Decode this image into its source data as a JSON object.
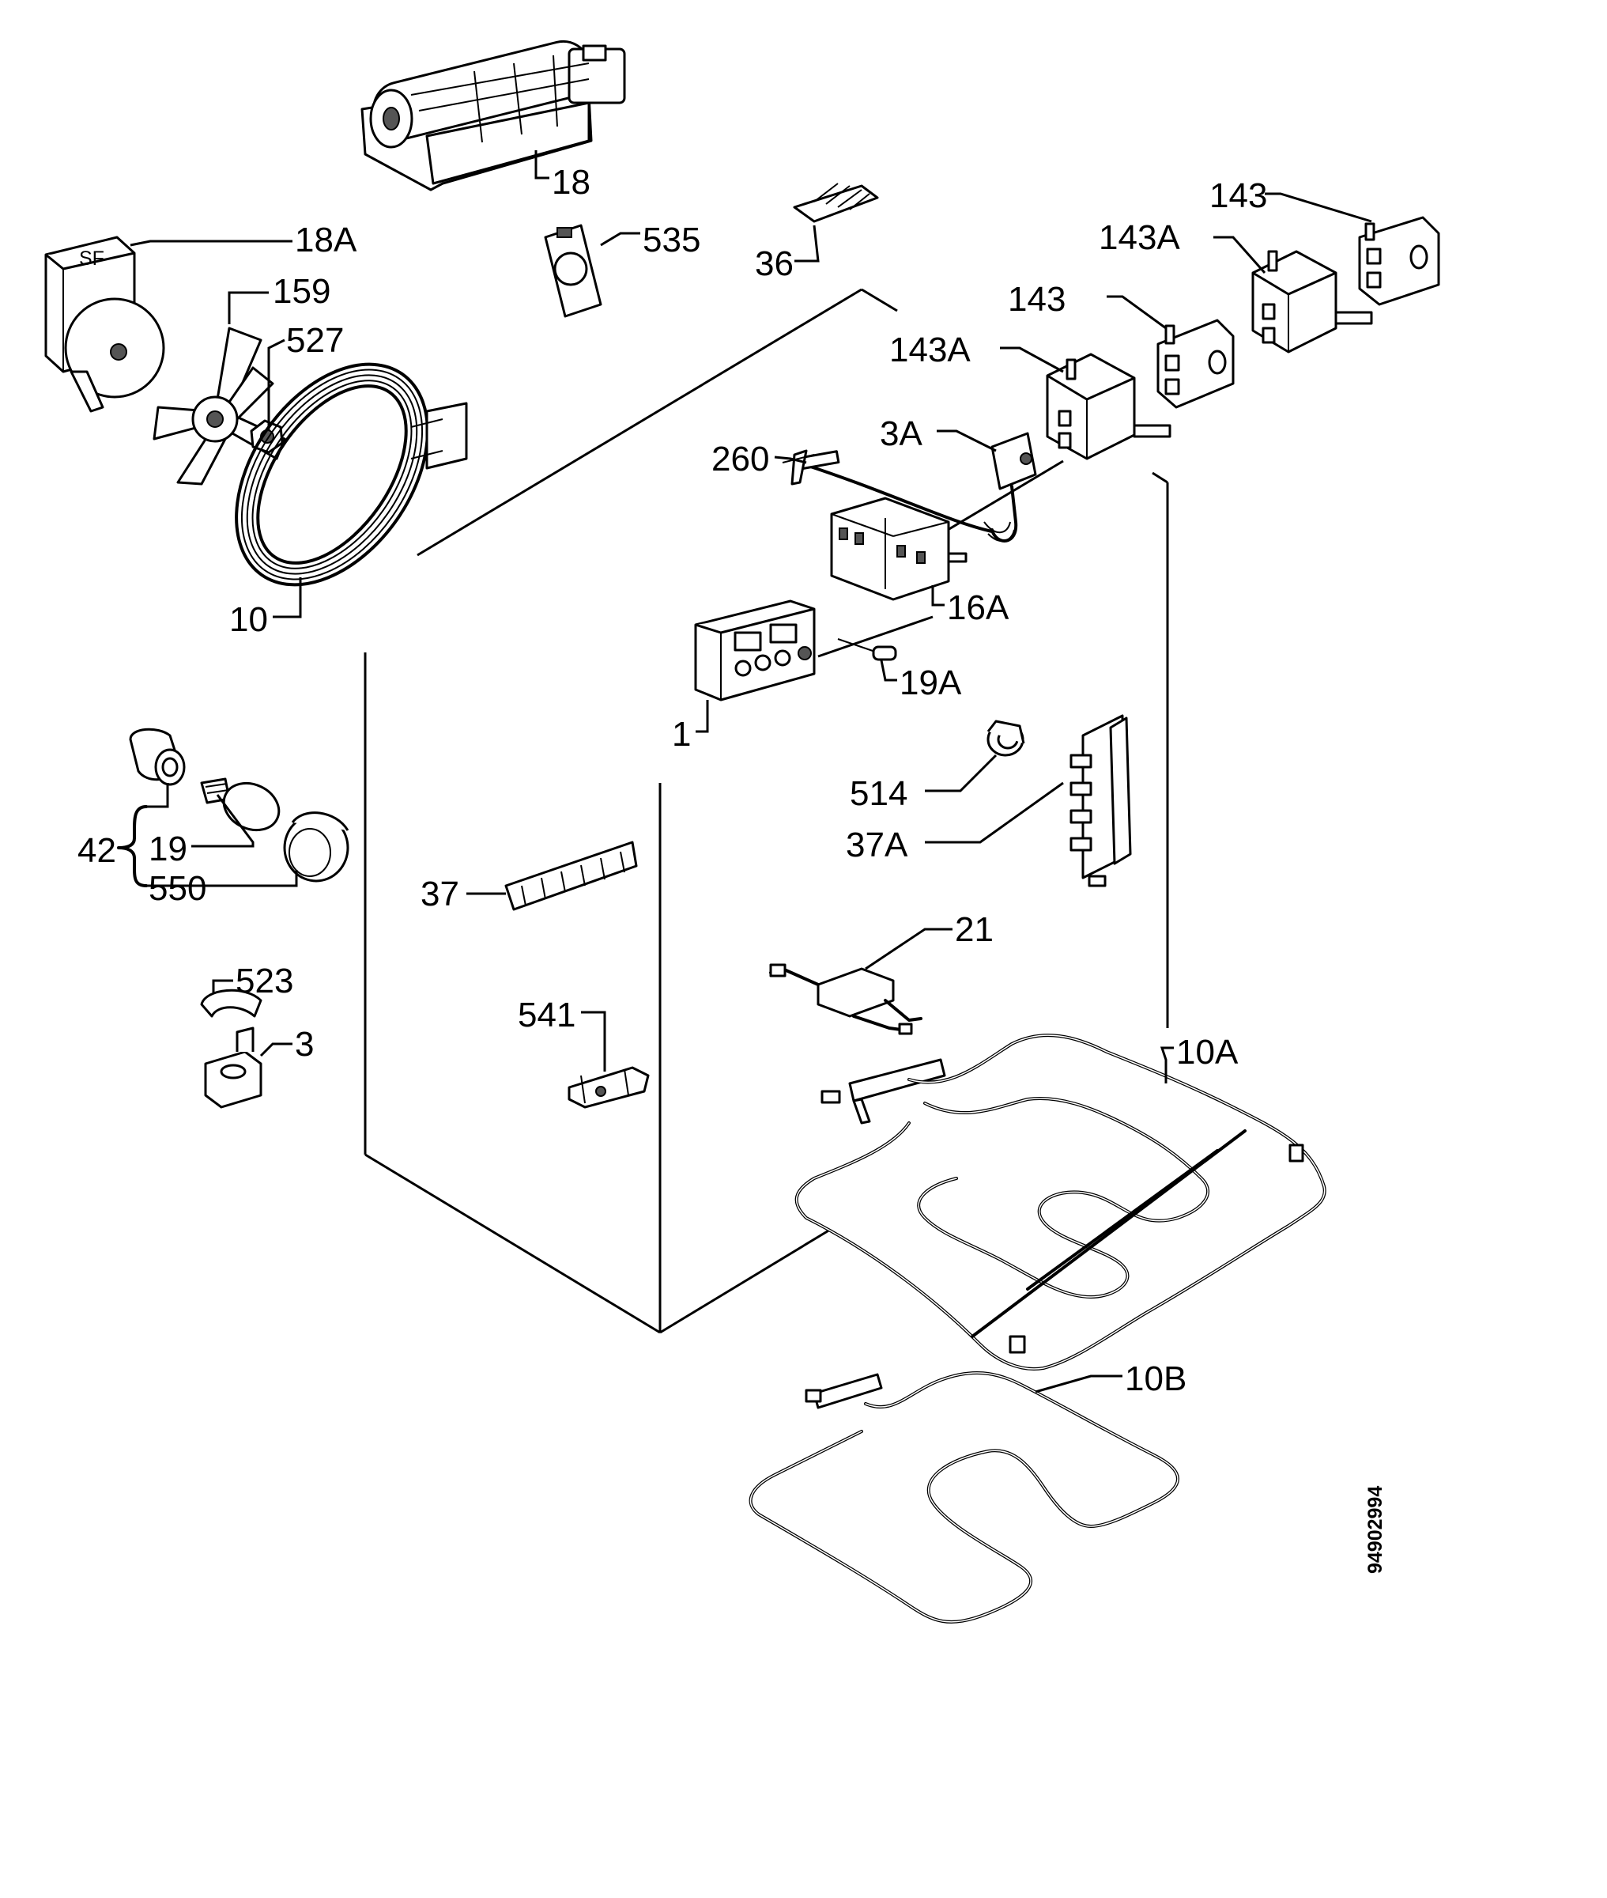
{
  "labels": {
    "l18": "18",
    "l18a": "18A",
    "l159": "159",
    "l527": "527",
    "l10": "10",
    "l535": "535",
    "l36": "36",
    "l143_top": "143",
    "l143a_top": "143A",
    "l143_mid": "143",
    "l143a_mid": "143A",
    "l3a": "3A",
    "l260": "260",
    "l16a": "16A",
    "l1": "1",
    "l19a": "19A",
    "l514": "514",
    "l37a": "37A",
    "l42": "42",
    "l19": "19",
    "l550": "550",
    "l37": "37",
    "l523": "523",
    "l3": "3",
    "l541": "541",
    "l21": "21",
    "l10a": "10A",
    "l10b": "10B"
  },
  "diagram_id": "94902994"
}
